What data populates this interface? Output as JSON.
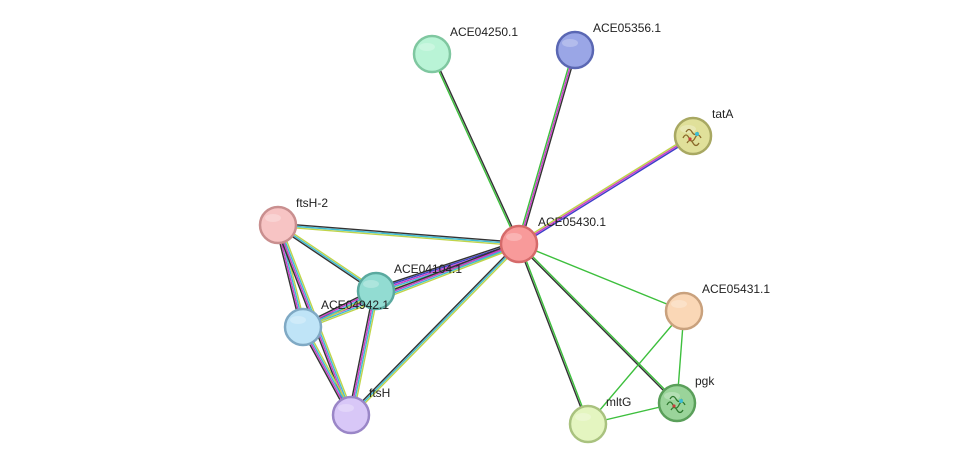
{
  "nodes": [
    {
      "id": "ACE05430.1",
      "label": "ACE05430.1",
      "fill": "#f89a9a",
      "stroke": "#d56a6a"
    },
    {
      "id": "ACE04250.1",
      "label": "ACE04250.1",
      "fill": "#b9f4d6",
      "stroke": "#7fc7a0"
    },
    {
      "id": "ACE05356.1",
      "label": "ACE05356.1",
      "fill": "#9aa6e6",
      "stroke": "#5a67b3"
    },
    {
      "id": "tatA",
      "label": "tatA",
      "fill": "#e0e09a",
      "stroke": "#a8a862",
      "icon": "protein-structure-icon"
    },
    {
      "id": "ftsH-2",
      "label": "ftsH-2",
      "fill": "#f7c4c4",
      "stroke": "#c98f8f"
    },
    {
      "id": "ACE04104.1",
      "label": "ACE04104.1",
      "fill": "#92dcd2",
      "stroke": "#5aa99f"
    },
    {
      "id": "ACE04942.1",
      "label": "ACE04942.1",
      "fill": "#bfe4f7",
      "stroke": "#7fa9c4"
    },
    {
      "id": "ftsH",
      "label": "ftsH",
      "fill": "#d8c7f7",
      "stroke": "#9a86c7"
    },
    {
      "id": "ACE05431.1",
      "label": "ACE05431.1",
      "fill": "#fad7b6",
      "stroke": "#c9a17d"
    },
    {
      "id": "mltG",
      "label": "mltG",
      "fill": "#e4f5c0",
      "stroke": "#a9c27f"
    },
    {
      "id": "pgk",
      "label": "pgk",
      "fill": "#9ad49a",
      "stroke": "#5a9f5a",
      "icon": "protein-structure-icon"
    }
  ],
  "edges": [
    {
      "source": "ACE05430.1",
      "target": "ACE04250.1",
      "colors": [
        "#3dbf3d",
        "#333333"
      ]
    },
    {
      "source": "ACE05430.1",
      "target": "ACE05356.1",
      "colors": [
        "#3dbf3d",
        "#c83dc8",
        "#333333"
      ]
    },
    {
      "source": "ACE05430.1",
      "target": "tatA",
      "colors": [
        "#c0d44a",
        "#c83dc8",
        "#3d3dc8"
      ]
    },
    {
      "source": "ACE05430.1",
      "target": "ftsH-2",
      "colors": [
        "#c0d44a",
        "#3dbcd4",
        "#333333"
      ]
    },
    {
      "source": "ACE05430.1",
      "target": "ACE04104.1",
      "colors": [
        "#c0d44a",
        "#3dbcd4",
        "#c83dc8",
        "#3d3dc8",
        "#333333"
      ]
    },
    {
      "source": "ACE05430.1",
      "target": "ACE04942.1",
      "colors": [
        "#c0d44a",
        "#3dbcd4",
        "#c83dc8",
        "#333333"
      ]
    },
    {
      "source": "ACE05430.1",
      "target": "ftsH",
      "colors": [
        "#c0d44a",
        "#3dbcd4",
        "#333333"
      ]
    },
    {
      "source": "ACE05430.1",
      "target": "ACE05431.1",
      "colors": [
        "#3dbf3d"
      ]
    },
    {
      "source": "ACE05430.1",
      "target": "mltG",
      "colors": [
        "#3dbf3d",
        "#333333"
      ]
    },
    {
      "source": "ACE05430.1",
      "target": "pgk",
      "colors": [
        "#3dbf3d",
        "#333333"
      ]
    },
    {
      "source": "ftsH-2",
      "target": "ACE04104.1",
      "colors": [
        "#c0d44a",
        "#3dbcd4",
        "#333333"
      ]
    },
    {
      "source": "ftsH-2",
      "target": "ACE04942.1",
      "colors": [
        "#c0d44a",
        "#3dbcd4",
        "#c83dc8",
        "#333333"
      ]
    },
    {
      "source": "ftsH-2",
      "target": "ftsH",
      "colors": [
        "#c0d44a",
        "#3dbcd4",
        "#c83dc8",
        "#333333"
      ]
    },
    {
      "source": "ACE04104.1",
      "target": "ACE04942.1",
      "colors": [
        "#c0d44a",
        "#3dbcd4",
        "#c83dc8",
        "#333333"
      ]
    },
    {
      "source": "ACE04104.1",
      "target": "ftsH",
      "colors": [
        "#c0d44a",
        "#3dbcd4",
        "#c83dc8",
        "#333333"
      ]
    },
    {
      "source": "ACE04942.1",
      "target": "ftsH",
      "colors": [
        "#c0d44a",
        "#3dbcd4",
        "#c83dc8",
        "#333333"
      ]
    },
    {
      "source": "ACE05431.1",
      "target": "pgk",
      "colors": [
        "#3dbf3d"
      ]
    },
    {
      "source": "ACE05431.1",
      "target": "mltG",
      "colors": [
        "#3dbf3d"
      ]
    },
    {
      "source": "mltG",
      "target": "pgk",
      "colors": [
        "#3dbf3d"
      ]
    }
  ]
}
